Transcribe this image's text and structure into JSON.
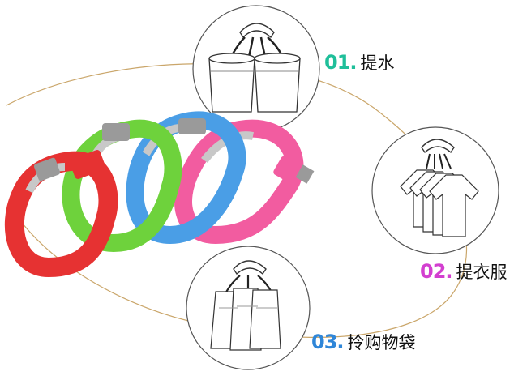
{
  "features": [
    {
      "number": "01",
      "dot": ".",
      "label": "提水",
      "color": "#1fbf9a",
      "icon": "water-bucket-icon"
    },
    {
      "number": "02",
      "dot": ".",
      "label": "提衣服",
      "color": "#d33fd0",
      "icon": "clothes-hangers-icon"
    },
    {
      "number": "03",
      "dot": ".",
      "label": "拎购物袋",
      "color": "#2f86d8",
      "icon": "shopping-bags-icon"
    }
  ],
  "product": {
    "handle_colors": [
      "#e63232",
      "#6ed23c",
      "#4a9ee6",
      "#f25ca0"
    ],
    "grip_color": "#c8c8c8"
  }
}
